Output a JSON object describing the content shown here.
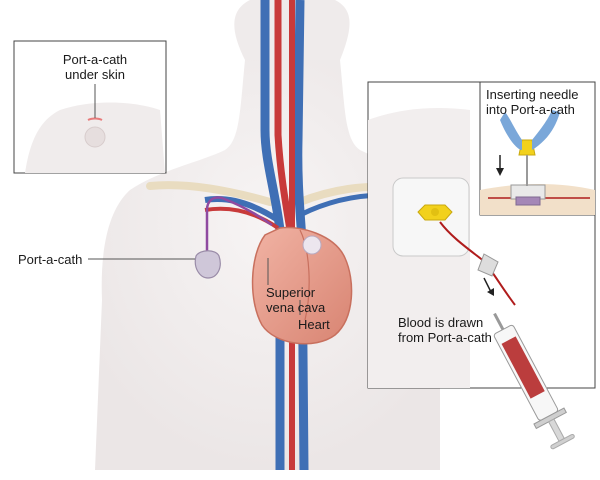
{
  "labels": {
    "port_under_skin": "Port-a-cath\nunder skin",
    "port": "Port-a-cath",
    "svc": "Superior\nvena cava",
    "heart": "Heart",
    "inserting_needle": "Inserting needle\ninto Port-a-cath",
    "blood_drawn": "Blood is drawn\nfrom Port-a-cath"
  },
  "colors": {
    "vein": "#3f6fb5",
    "artery": "#c83a3a",
    "heart": "#e69a88",
    "catheter": "#8f4aa0",
    "needle_hub": "#f2d11c",
    "blood": "#b01c1c",
    "skin": "#f1eeee"
  }
}
